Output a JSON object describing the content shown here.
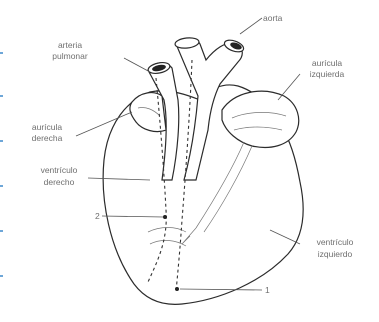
{
  "labels": {
    "aorta": "aorta",
    "pulmonary_artery_l1": "arteria",
    "pulmonary_artery_l2": "pulmonar",
    "right_atrium_l1": "aurícula",
    "right_atrium_l2": "derecha",
    "left_atrium_l1": "aurícula",
    "left_atrium_l2": "izquierda",
    "right_ventricle_l1": "ventrículo",
    "right_ventricle_l2": "derecho",
    "left_ventricle_l1": "ventrículo",
    "left_ventricle_l2": "izquierdo",
    "marker_2": "2",
    "marker_1": "1"
  },
  "colors": {
    "outline": "#2b2b2b",
    "label_text": "#6f6f6f",
    "margin_ticks": "#6ea7d8"
  }
}
